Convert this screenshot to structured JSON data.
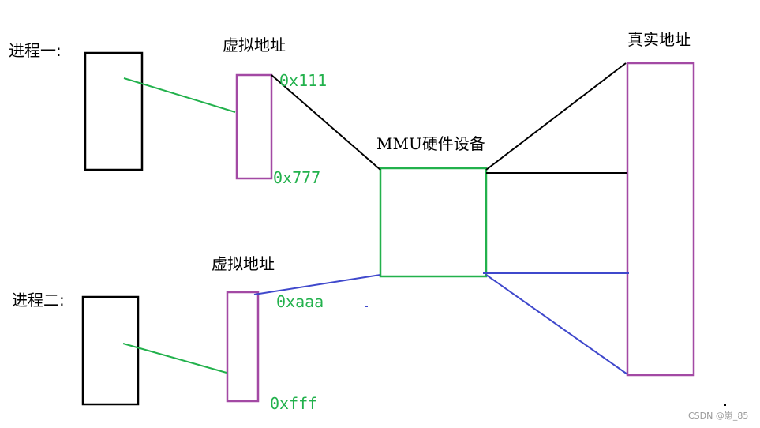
{
  "labels": {
    "process1": "进程一:",
    "process2": "进程二:",
    "virtual_addr_1": "虚拟地址",
    "virtual_addr_2": "虚拟地址",
    "mmu": "MMU硬件设备",
    "physical_addr": "真实地址",
    "addr_0x111": "0x111",
    "addr_0x777": "0x777",
    "addr_0xaaa": "0xaaa",
    "addr_0xfff": "0xfff"
  },
  "watermark": "CSDN @崽_85",
  "colors": {
    "black": "#000000",
    "green": "#22b14c",
    "purple": "#a349a4",
    "blue": "#3f48cc",
    "background": "#ffffff"
  }
}
